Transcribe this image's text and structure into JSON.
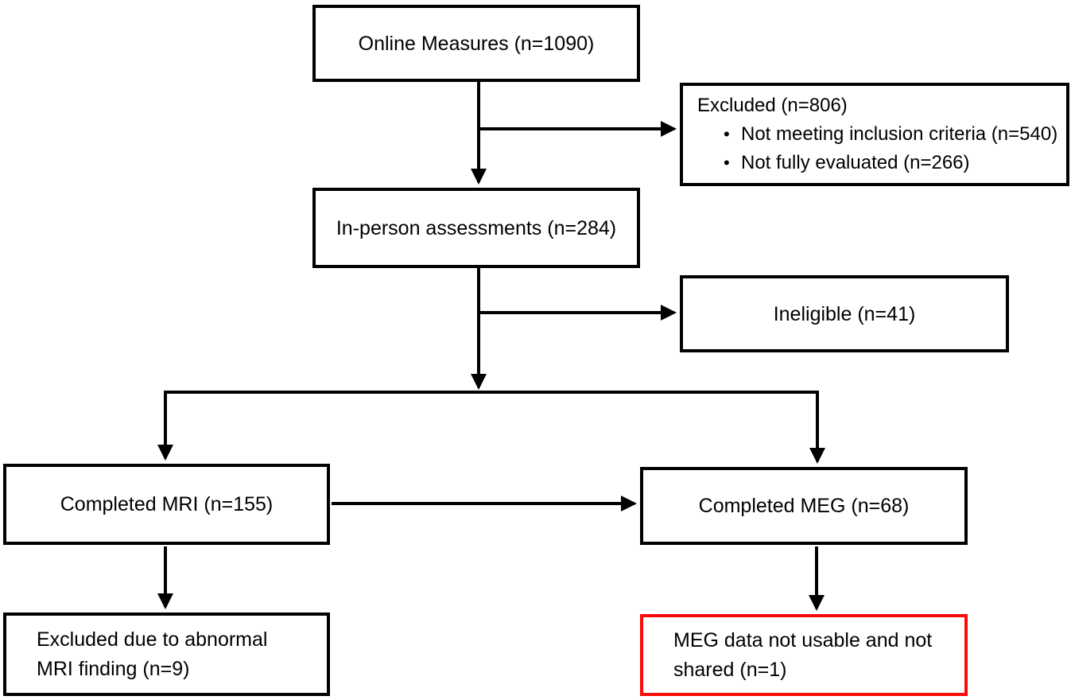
{
  "figure": {
    "type": "flowchart",
    "description": "Participant flow diagram"
  },
  "colors": {
    "box_border": "#000000",
    "highlight_border": "#fb0a0a",
    "arrow": "#000000",
    "text": "#000000",
    "background": "#ffffff"
  },
  "icons": {
    "bullet": "•"
  },
  "boxes": {
    "online_measures": {
      "label": "Online Measures (n=1090)"
    },
    "excluded": {
      "title": "Excluded (n=806)",
      "bullets": [
        "Not meeting inclusion criteria (n=540)",
        "Not fully evaluated (n=266)"
      ]
    },
    "in_person": {
      "label": "In-person assessments (n=284)"
    },
    "ineligible": {
      "label": "Ineligible (n=41)"
    },
    "completed_mri": {
      "label": "Completed MRI (n=155)"
    },
    "completed_meg": {
      "label": "Completed MEG (n=68)"
    },
    "mri_excluded": {
      "label": "Excluded due to abnormal\nMRI finding (n=9)"
    },
    "meg_not_usable": {
      "label": "MEG data not usable and not\nshared (n=1)"
    }
  }
}
